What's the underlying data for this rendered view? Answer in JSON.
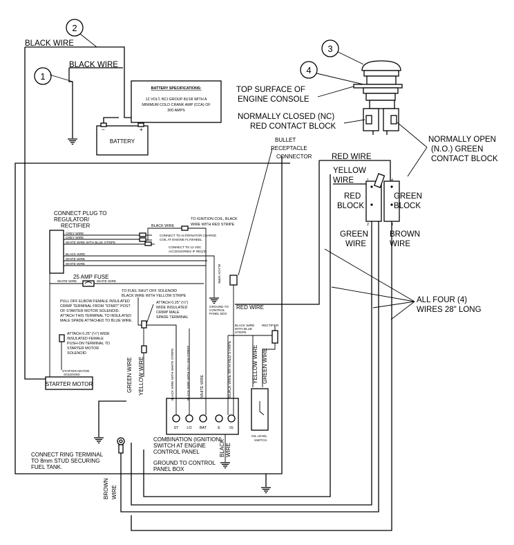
{
  "callouts": [
    "1",
    "2",
    "3",
    "4"
  ],
  "labels": {
    "black_wire_top": "BLACK WIRE",
    "black_wire_battery": "BLACK WIRE",
    "battery": "BATTERY",
    "battery_minus": "−",
    "battery_plus": "+",
    "battery_spec_title": "BATTERY SPECIFICATIONS:",
    "battery_spec_1": "12 VOLT, BCI GROUP 8U1R WITH A",
    "battery_spec_2": "MINIMUM COLD CRANK AMP (CCA) OF",
    "battery_spec_3": "300 AMPS",
    "top_surface_1": "TOP SURFACE OF",
    "top_surface_2": "ENGINE CONSOLE",
    "nc_1": "NORMALLY CLOSED (NC)",
    "nc_2": "RED CONTACT BLOCK",
    "no_1": "NORMALLY OPEN",
    "no_2": "(N.O.) GREEN",
    "no_3": "CONTACT BLOCK",
    "bullet_1": "BULLET",
    "bullet_2": "RECEPTACLE",
    "bullet_3": "CONNECTOR",
    "red_wire_top": "RED WIRE",
    "yellow": "YELLOW",
    "wire_yellow": "WIRE",
    "red_block_1": "RED",
    "red_block_2": "BLOCK",
    "green_block_1": "GREEN",
    "green_block_2": "BLOCK",
    "green_wire_1": "GREEN",
    "green_wire_2": "WIRE",
    "brown_wire_1": "BROWN",
    "brown_wire_2": "WIRE",
    "all_four_1": "ALL FOUR (4)",
    "all_four_2": "WIRES 28\" LONG",
    "term_1": "1",
    "term_2": "2",
    "term_3": "3",
    "term_4": "4",
    "connect_plug_1": "CONNECT PLUG TO",
    "connect_plug_2": "REGULATOR/",
    "connect_plug_3": "RECTIFIER",
    "black_wire_small": "BLACK WIRE",
    "ign_coil_1": "TO IGNITION COIL, BLACK",
    "ign_coil_2": "WIRE WITH RED STRIPE",
    "grey_wire_1": "GREY WIRE",
    "grey_wire_2": "GREY WIRE",
    "white_blue_stripe": "WHITE WIRE WITH BLUE STRIPE",
    "alt_charge_1": "CONNECT TO ALTERNATOR CHARGE",
    "alt_charge_2": "COIL AT ENGINE FLYWHEEL",
    "accessories_1": "CONNECT TO 12 VDC",
    "accessories_2": "ACCESSORIES IF REQ'D.",
    "black_wire_h": "BLACK WIRE",
    "white_wire_h1": "WHITE WIRE",
    "white_wire_h2": "WHITE WIRE",
    "black_wire_v": "BLACK WIRE",
    "ground_cp_1": "GROUND TO",
    "ground_cp_2": "CONTROL",
    "ground_cp_3": "PANEL BOX",
    "fuse": "25 AMP FUSE",
    "white_wire_fuse_l": "WHITE WIRE",
    "white_wire_fuse_r": "WHITE WIRE",
    "red_wire_bottom": "RED WIRE",
    "fuel_1": "TO FUEL SHUT OFF SOLENOID",
    "fuel_2": "BLACK WIRE WITH YELLOW STRIPE",
    "pull_1": "PULL OFF ELBOW FEMALE INSULATED",
    "pull_2": "CRIMP TERMINAL FROM \"START\" POST",
    "pull_3": "OF STARTER MOTOR SOLENOID.",
    "pull_4": "ATTACH THIS TERMINAL TO INSULATED",
    "pull_5": "MALE SPADE ATTACHED TO BLUE WIRE.",
    "attach_m_1": "ATTACH 0.25\" (¼\")",
    "attach_m_2": "WIDE INSULATED",
    "attach_m_3": "CRIMP MALE",
    "attach_m_4": "SPADE TERMINAL",
    "attach_f_1": "ATTACH 0.25\" (¼\") WIDE",
    "attach_f_2": "INSULATED FEMALE",
    "attach_f_3": "PUSH-ON TERMINAL TO",
    "attach_f_4": "STARTER MOTOR",
    "attach_f_5": "SOLENOID",
    "starter_solenoid_1": "STARTER MOTOR",
    "starter_solenoid_2": "SOLENOID",
    "starter_motor": "STARTER MOTOR",
    "green_wire_v": "GREEN WIRE",
    "yellow_wire_v": "YELLOW WIRE",
    "v_black_white": "BLACK WIRE WITH WHITE STRIPE",
    "v_black_yellow": "BLACK WIRE WITH YELLOW STRIPE",
    "v_white": "WHITE WIRE",
    "v_black_red": "BLACK WIRE WITH RED STRIPE",
    "black_blue_1": "BLACK WIRE",
    "black_blue_2": "WITH BLUE",
    "black_blue_3": "STRIPE",
    "rectifier": "RECTIFIER",
    "yellow_wire_oil": "YELLOW WIRE",
    "green_wire_oil": "GREEN WIRE",
    "oil_1": "OIL LEVEL",
    "oil_2": "SWITCH",
    "st": "ST",
    "lo": "LO",
    "bat": "BAT",
    "e": "E",
    "ig": "IG",
    "combo_1": "COMBINATION (IGNITION)",
    "combo_2": "SWITCH AT ENGINE",
    "combo_3": "CONTROL PANEL",
    "black_wire_bottom_1": "BLACK",
    "black_wire_bottom_2": "WIRE",
    "ground_cpb_1": "GROUND TO CONTROL",
    "ground_cpb_2": "PANEL BOX",
    "ring_1": "CONNECT RING TERMINAL",
    "ring_2": "TO 8mm STUD SECURING",
    "ring_3": "FUEL TANK.",
    "brown_bottom_1": "BROWN",
    "brown_bottom_2": "WIRE"
  }
}
